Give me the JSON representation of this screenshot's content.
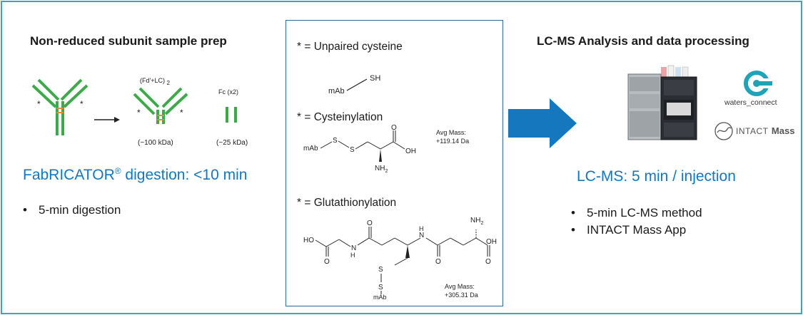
{
  "left": {
    "title": "Non-reduced subunit sample prep",
    "fragment_label": "(Fd'+LC)",
    "fragment_subscript": "2",
    "fc_label": "Fc (x2)",
    "fragment_mass": "(~100 kDa)",
    "fc_mass": "(~25 kDa)",
    "digestion_title": "FabRICATOR",
    "registered": "®",
    "digestion_suffix": " digestion: <10 min",
    "bullets": [
      "5-min digestion"
    ],
    "asterisk": "*"
  },
  "middle": {
    "unpaired_title": "* = Unpaired cysteine",
    "cysteinylation_title": "* = Cysteinylation",
    "glutathionylation_title": "* = Glutathionylation",
    "mab": "mAb",
    "sh": "SH",
    "s": "S",
    "oh": "OH",
    "o": "O",
    "nh2": "NH",
    "two": "2",
    "ho": "HO",
    "n": "N",
    "h": "H",
    "cys_mass_label": "Avg Mass:",
    "cys_mass_value": "+119.14 Da",
    "glu_mass_label": "Avg Mass:",
    "glu_mass_value": "+305.31 Da"
  },
  "right": {
    "title": "LC-MS Analysis and data processing",
    "waters_connect": "waters_connect",
    "intact_word": "INTACT",
    "mass_word": "Mass",
    "lcms_title": "LC-MS: 5 min / injection",
    "bullets": [
      "5-min LC-MS method",
      "INTACT Mass App"
    ]
  },
  "colors": {
    "frame": "#3aa6b9",
    "accent_blue": "#1278bd",
    "arrow": "#1577be",
    "antibody_green": "#3daa4a",
    "disulfide_orange": "#e3893a",
    "waters_teal": "#1fa3b8"
  },
  "icons": {
    "arrow": "right-arrow-icon",
    "waters_logo": "waters-connect-logo-icon",
    "intact_logo": "intact-mass-logo-icon",
    "instrument": "lc-ms-instrument-icon"
  }
}
